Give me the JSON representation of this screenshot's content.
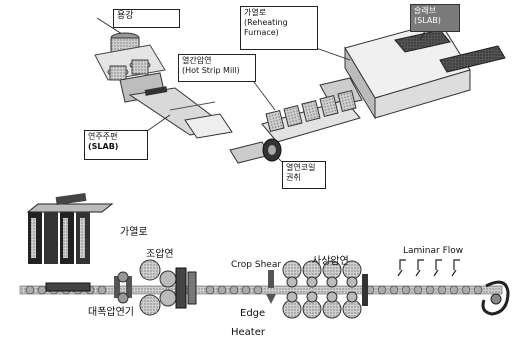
{
  "upper": {
    "ladle": "용강",
    "caster_line1": "연주주편",
    "caster_line2": "(SLAB)",
    "hsm_line1": "열간압연",
    "hsm_line2": "(Hot Strip Mill)",
    "furnace_line1": "가열로",
    "furnace_line2": "(Reheating",
    "furnace_line3": "Furnace)",
    "slab_line1": "슬래브",
    "slab_line2": "(SLAB)",
    "coil_line1": "열연코일",
    "coil_line2": "권취"
  },
  "lower": {
    "furnace": "가열로",
    "roughing": "조압연",
    "crop_shear": "Crop Shear",
    "finishing": "사상압연",
    "laminar": "Laminar Flow",
    "edge": "Edge",
    "heater": "Heater",
    "width_press": "대폭압연기"
  }
}
